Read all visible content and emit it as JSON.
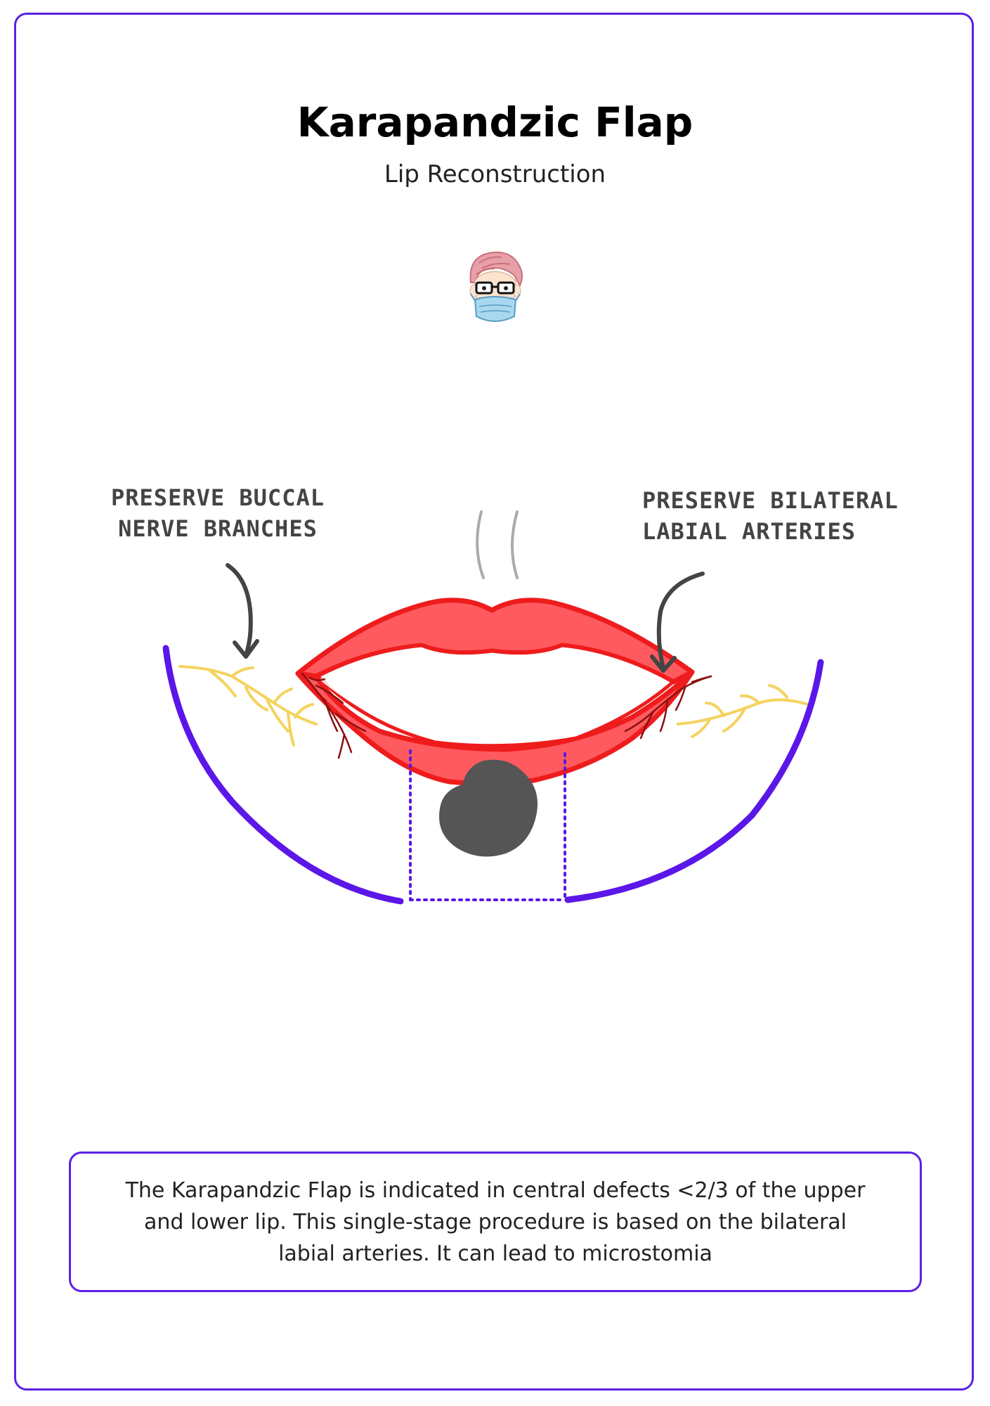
{
  "header": {
    "title": "Karapandzic Flap",
    "subtitle": "Lip Reconstruction"
  },
  "annotations": {
    "left_line1": "PRESERVE BUCCAL",
    "left_line2": "NERVE BRANCHES",
    "right_line1": "PRESERVE BILATERAL",
    "right_line2": "LABIAL ARTERIES"
  },
  "note": {
    "text": "The Karapandzic Flap is indicated in central defects <2/3 of the upper and lower lip. This single-stage procedure is based on the bilateral labial arteries. It can lead to microstomia"
  },
  "colors": {
    "frame": "#5b21e6",
    "incision": "#5b16e8",
    "lip_fill": "#ff5a5f",
    "lip_outline": "#ee1c1c",
    "defect": "#555555",
    "nerve": "#f4d35e",
    "artery": "#8b1010",
    "annotation_text": "#444444"
  },
  "icons": {
    "avatar": "surgeon-avatar-icon"
  }
}
